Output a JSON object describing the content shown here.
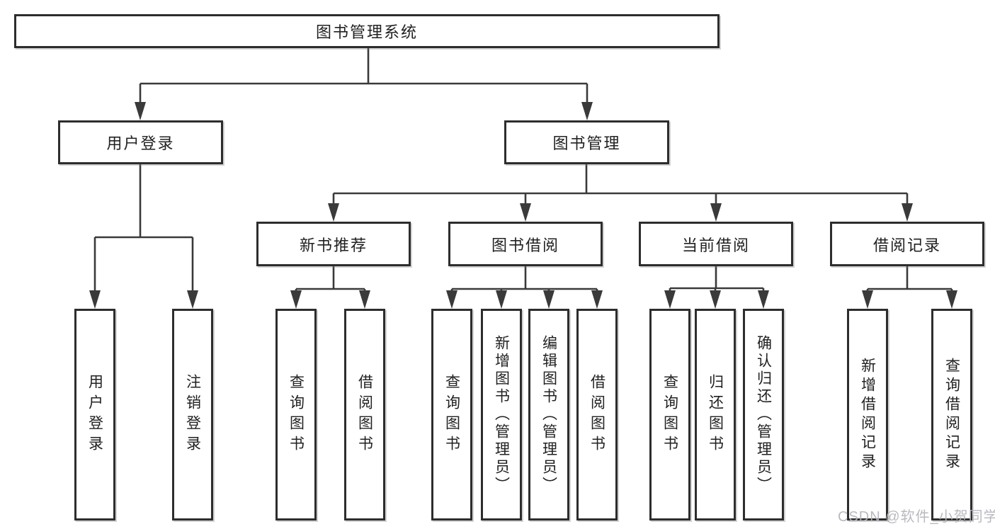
{
  "diagram": {
    "root": "图书管理系统",
    "level2": {
      "user_login": "用户登录",
      "book_mgmt": "图书管理"
    },
    "level3": {
      "new_books": "新书推荐",
      "borrowing": "图书借阅",
      "current": "当前借阅",
      "records": "借阅记录"
    },
    "leaves": {
      "login_user": "用户登录",
      "login_logout": "注销登录",
      "new_books_query": "查询图书",
      "new_books_borrow": "借阅图书",
      "borrowing_query": "查询图书",
      "borrowing_add": "新增图书（管理员）",
      "borrowing_edit": "编辑图书（管理员）",
      "borrowing_borrow": "借阅图书",
      "current_query": "查询图书",
      "current_return": "归还图书",
      "current_confirm": "确认归还（管理员）",
      "records_add": "新增借阅记录",
      "records_query": "查询借阅记录"
    }
  },
  "watermark": "CSDN @软件_小贺同学",
  "colors": {
    "line": "#3a3a3a",
    "box_border": "#2d2d2d",
    "text": "#212121",
    "watermark": "#b7b4bc",
    "background": "#ffffff"
  }
}
